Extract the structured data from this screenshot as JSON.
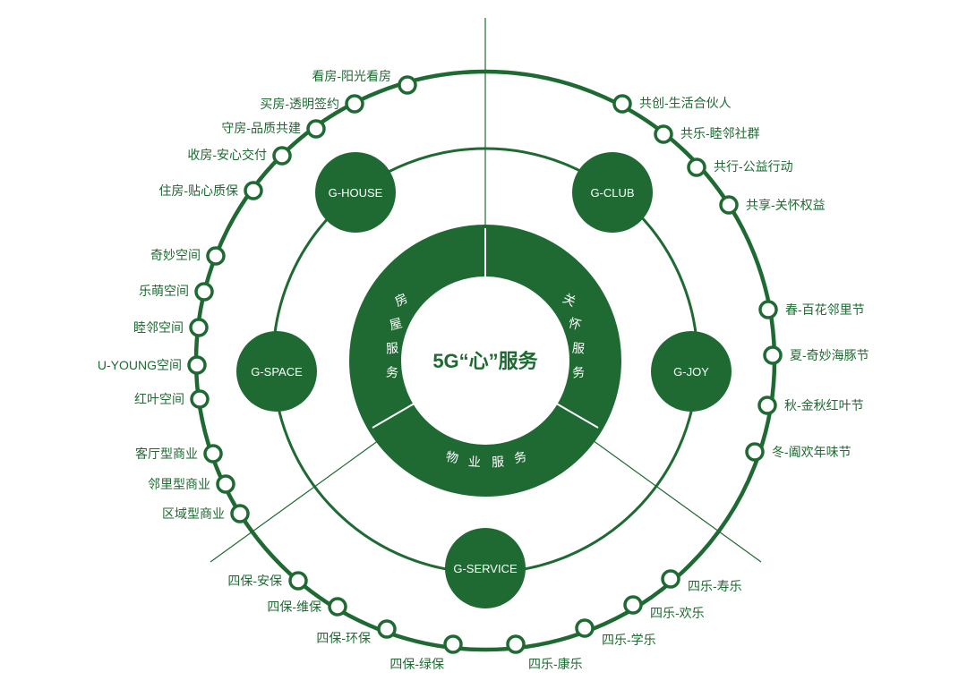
{
  "colors": {
    "primary": "#1f6a33",
    "background": "#ffffff"
  },
  "center": {
    "title": "5G“心”服务"
  },
  "inner_ring": {
    "segment_left": [
      "房",
      "屋",
      "服",
      "务"
    ],
    "segment_right": [
      "关",
      "怀",
      "服",
      "务"
    ],
    "segment_bottom": [
      "物",
      "业",
      "服",
      "务"
    ]
  },
  "hubs": {
    "house": "G-HOUSE",
    "club": "G-CLUB",
    "space": "G-SPACE",
    "joy": "G-JOY",
    "service": "G-SERVICE"
  },
  "outer": {
    "house_items": [
      "看房-阳光看房",
      "买房-透明签约",
      "守房-品质共建",
      "收房-安心交付",
      "住房-贴心质保"
    ],
    "club_items": [
      "共创-生活合伙人",
      "共乐-睦邻社群",
      "共行-公益行动",
      "共享-关怀权益"
    ],
    "space_items": [
      "奇妙空间",
      "乐萌空间",
      "睦邻空间",
      "U-YOUNG空间",
      "红叶空间"
    ],
    "commerce_items": [
      "客厅型商业",
      "邻里型商业",
      "区域型商业"
    ],
    "joy_items": [
      "春-百花邻里节",
      "夏-奇妙海豚节",
      "秋-金秋红叶节",
      "冬-阖欢年味节"
    ],
    "baobao_items": [
      "四保-安保",
      "四保-维保",
      "四保-环保",
      "四保-绿保"
    ],
    "le_items": [
      "四乐-寿乐",
      "四乐-欢乐",
      "四乐-学乐",
      "四乐-康乐"
    ]
  }
}
